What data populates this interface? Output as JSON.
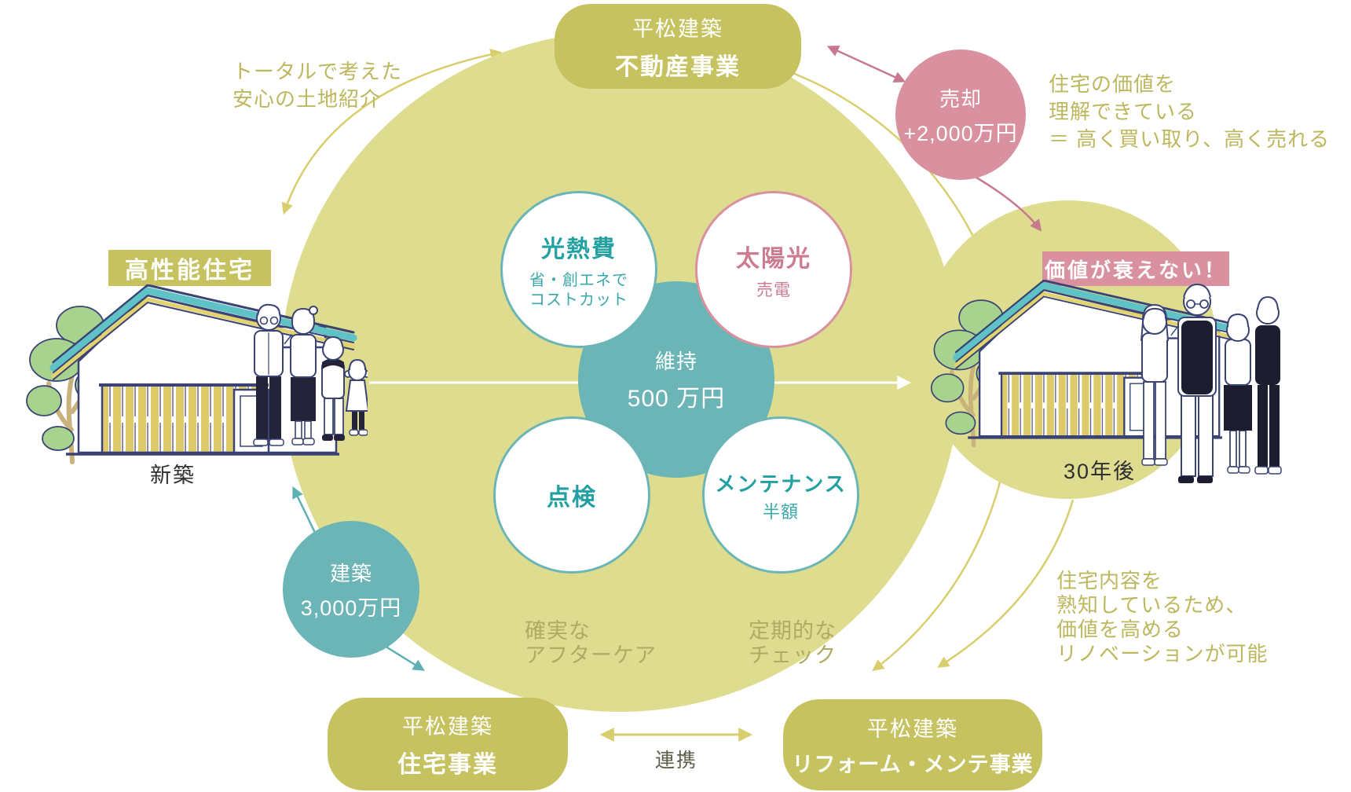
{
  "colors": {
    "main_circle": "#dedc8e",
    "olive_box": "#c5c25f",
    "olive_line": "#d9ce6e",
    "olive_note": "#bdb75e",
    "teal": "#6cb5b7",
    "teal_text": "#23a0a2",
    "pink": "#d991a0",
    "pink_text": "#cc7b91",
    "pink_line": "#c7798f",
    "white": "#ffffff"
  },
  "boxes": {
    "real_estate": {
      "line1": "平松建築",
      "line2": "不動産事業"
    },
    "housing": {
      "line1": "平松建築",
      "line2": "住宅事業"
    },
    "reform": {
      "line1": "平松建築",
      "line2": "リフォーム・メンテ事業"
    }
  },
  "tags": {
    "left": "高性能住宅",
    "right": "価値が衰えない！"
  },
  "captions": {
    "left": "新築",
    "right": "30年後",
    "link": "連携"
  },
  "badges": {
    "sale": {
      "line1": "売却",
      "line2": "+2,000万円"
    },
    "build": {
      "line1": "建築",
      "line2": "3,000万円"
    }
  },
  "bubbles": {
    "utility": {
      "title": "光熱費",
      "sub1": "省・創エネで",
      "sub2": "コストカット"
    },
    "solar": {
      "title": "太陽光",
      "sub1": "売電"
    },
    "upkeep": {
      "line1": "維持",
      "line2": "500 万円"
    },
    "inspection": {
      "title": "点検"
    },
    "maintenance": {
      "title": "メンテナンス",
      "sub1": "半額"
    }
  },
  "annotations": {
    "land": {
      "line1": "トータルで考えた",
      "line2": "安心の土地紹介"
    },
    "value": {
      "line1": "住宅の価値を",
      "line2": "理解できている",
      "line3": "＝ 高く買い取り、高く売れる"
    },
    "aftercare": {
      "line1": "確実な",
      "line2": "アフターケア"
    },
    "check": {
      "line1": "定期的な",
      "line2": "チェック"
    },
    "renovation": {
      "line1": "住宅内容を",
      "line2": "熟知しているため、",
      "line3": "価値を高める",
      "line4": "リノベーションが可能"
    }
  }
}
